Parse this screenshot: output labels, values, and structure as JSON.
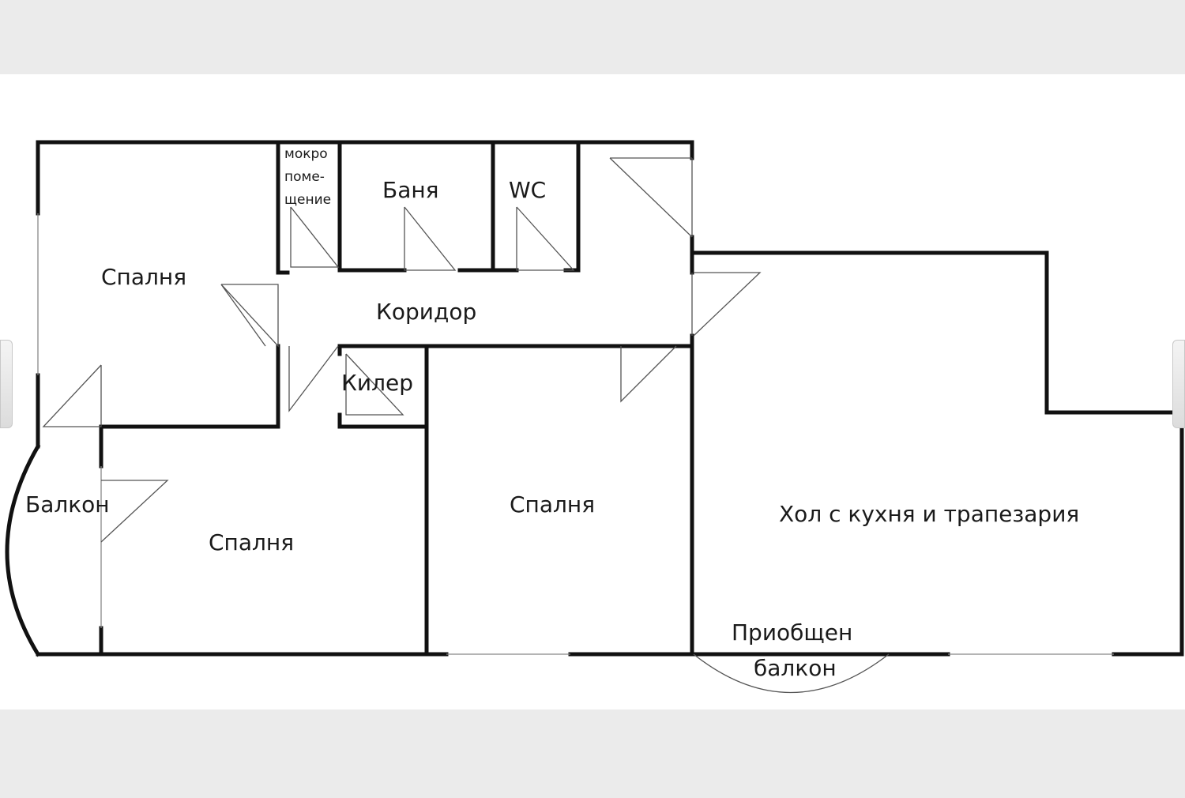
{
  "rooms": {
    "bedroom_1": "Спалня",
    "wet_room_line1": "мокро",
    "wet_room_line2": "поме-",
    "wet_room_line3": "щение",
    "bathroom": "Баня",
    "wc": "WC",
    "corridor": "Коридор",
    "storage": "Килер",
    "balcony": "Балкон",
    "bedroom_2": "Спалня",
    "bedroom_3": "Спалня",
    "living": "Хол с кухня и трапезария",
    "attached_balcony_line1": "Приобщен",
    "attached_balcony_line2": "балкон"
  },
  "colors": {
    "walls": "#111111",
    "background": "#ffffff",
    "page": "#ebebeb"
  }
}
